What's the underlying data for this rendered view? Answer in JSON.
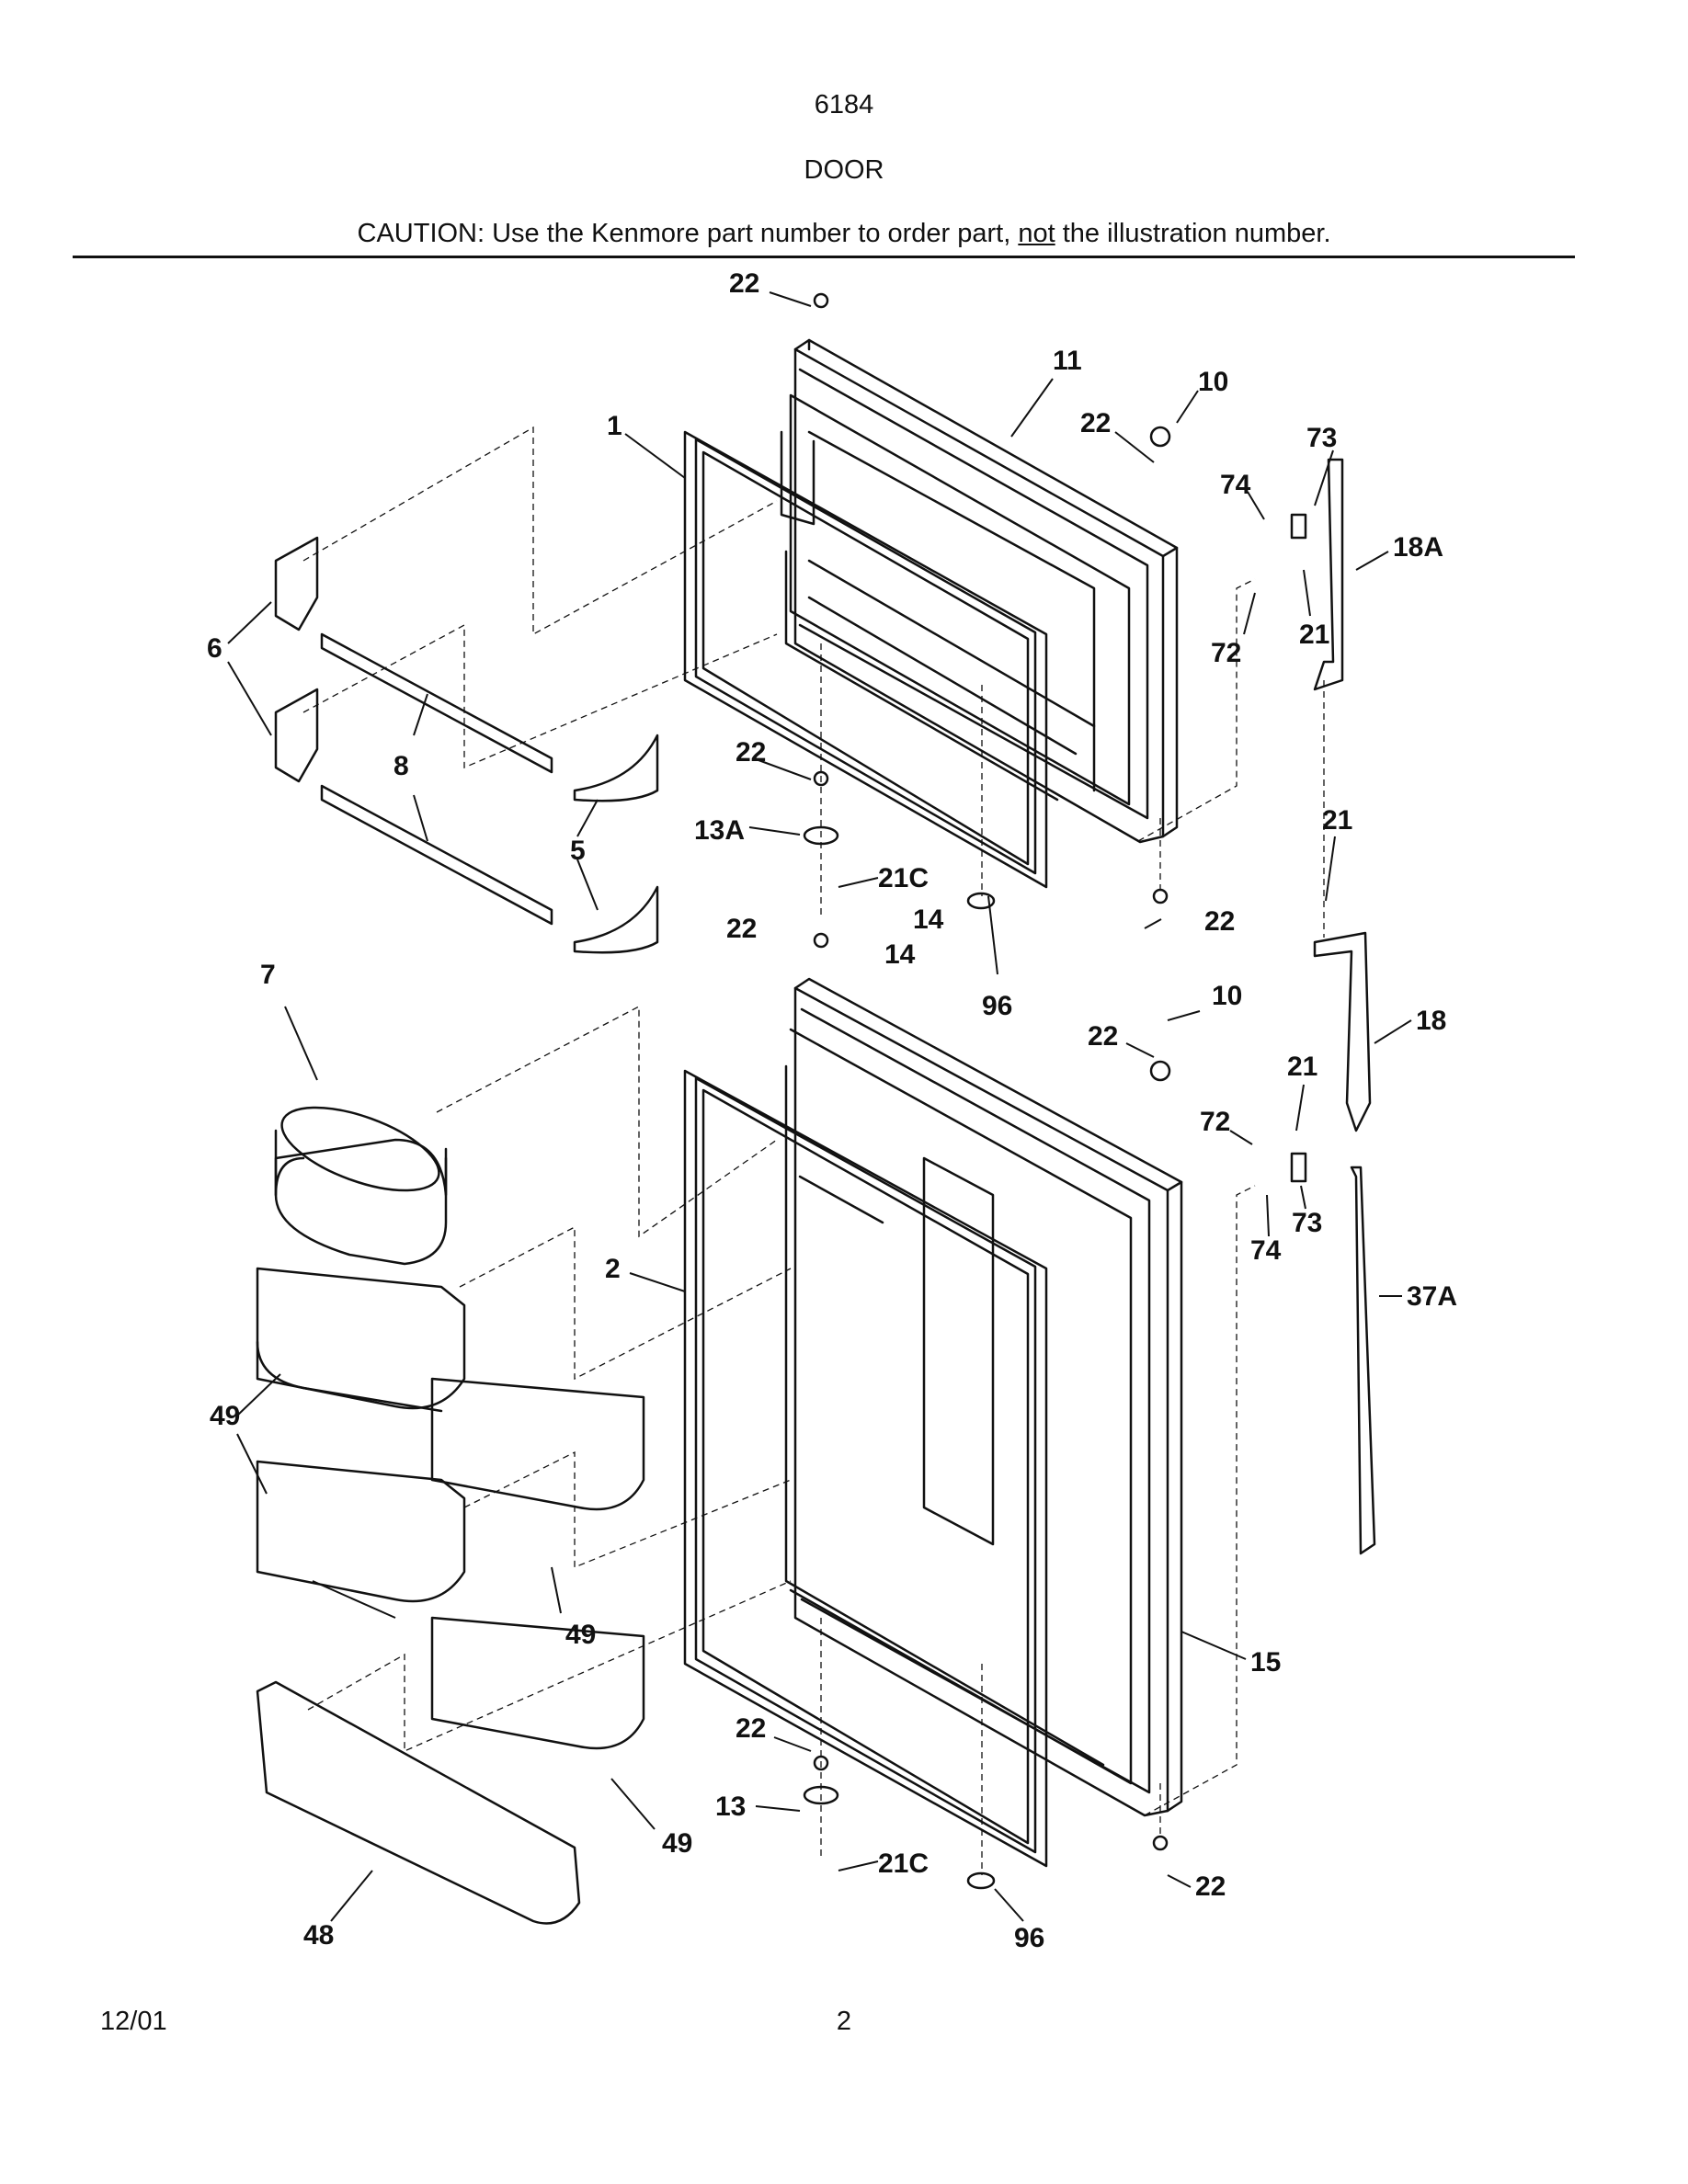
{
  "header": {
    "model": "6184",
    "section": "DOOR",
    "caution_prefix": "CAUTION: Use the Kenmore part number to order part, ",
    "caution_emphasis": "not",
    "caution_suffix": " the illustration number."
  },
  "callouts": {
    "c22_top": "22",
    "c11": "11",
    "c10_upper": "10",
    "c22_upper_right": "22",
    "c73_upper": "73",
    "c74_upper": "74",
    "c18A": "18A",
    "c72_upper": "72",
    "c21_upper": "21",
    "c1": "1",
    "c6": "6",
    "c8": "8",
    "c5": "5",
    "c22_upper_mid": "22",
    "c13A": "13A",
    "c21C_upper": "21C",
    "c21_mid": "21",
    "c22_upper_bottom": "22",
    "c96_upper": "96",
    "c14_a": "14",
    "c14_b": "14",
    "c22_lower_top": "22",
    "c7": "7",
    "c10_lower": "10",
    "c22_lower_right": "22",
    "c18": "18",
    "c21_lower": "21",
    "c72_lower": "72",
    "c73_lower": "73",
    "c74_lower": "74",
    "c37A": "37A",
    "c2": "2",
    "c49_a": "49",
    "c49_b": "49",
    "c49_c": "49",
    "c15": "15",
    "c22_lower_mid": "22",
    "c13": "13",
    "c21C_lower": "21C",
    "c22_lower_bottom": "22",
    "c48": "48",
    "c96_lower": "96"
  },
  "footer": {
    "date": "12/01",
    "page": "2"
  }
}
